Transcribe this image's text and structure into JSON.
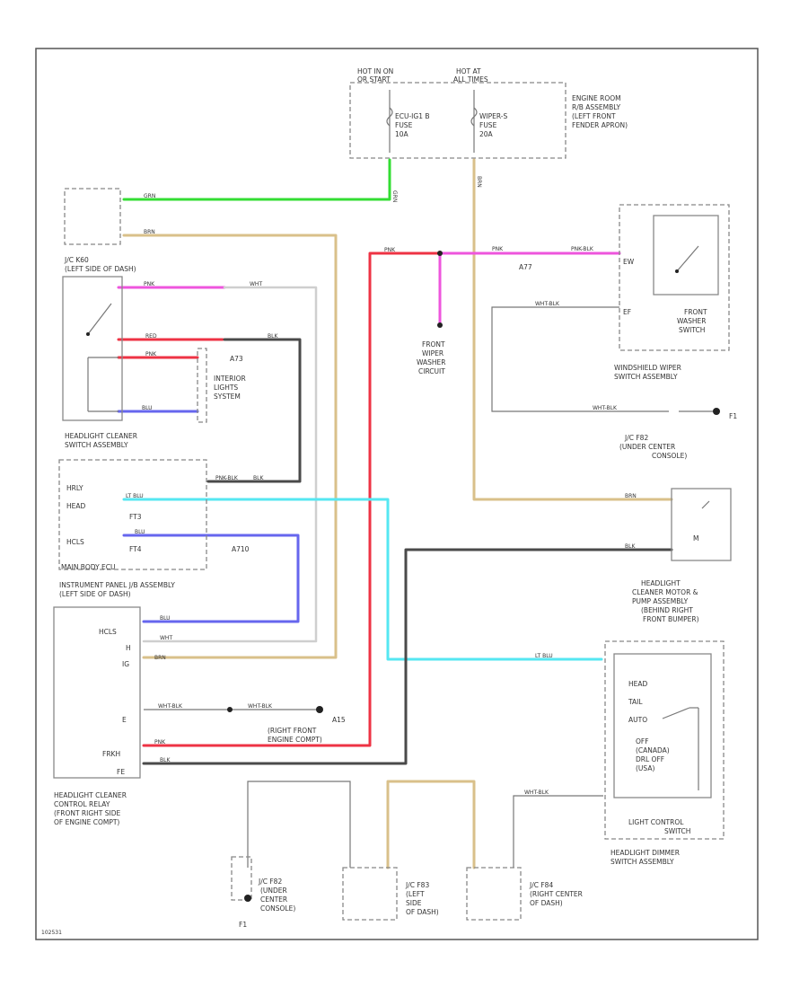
{
  "colors": {
    "grn": "#33dd33",
    "brn": "#d9c08a",
    "pnk": "#ee55dd",
    "red": "#ee3344",
    "ltblu": "#55e7f2",
    "blu": "#6666ee",
    "blk": "#4a4a4a"
  },
  "labels": {
    "hot_in_on": [
      "HOT IN ON",
      "OR START"
    ],
    "hot_at_all": [
      "HOT AT",
      "ALL TIMES"
    ],
    "ecu_fuse": [
      "ECU-IG1 B",
      "FUSE",
      "10A"
    ],
    "wiper_fuse": [
      "WIPER-S",
      "FUSE",
      "20A"
    ],
    "engine_room": [
      "ENGINE ROOM",
      "R/B ASSEMBLY",
      "(LEFT FRONT",
      "FENDER APRON)"
    ],
    "jc_k60": [
      "J/C K60",
      "(LEFT SIDE OF DASH)"
    ],
    "interior": [
      "INTERIOR",
      "LIGHTS",
      "SYSTEM"
    ],
    "hl_cleaner_switch": [
      "HEADLIGHT CLEANER",
      "SWITCH ASSEMBLY"
    ],
    "main_body_ecu": "MAIN BODY ECU",
    "ip_jb": [
      "INSTRUMENT PANEL J/B ASSEMBLY",
      "(LEFT SIDE OF DASH)"
    ],
    "hl_relay": [
      "HEADLIGHT CLEANER",
      "CONTROL RELAY",
      "(FRONT RIGHT SIDE",
      "OF ENGINE COMPT)"
    ],
    "front_wiper": [
      "FRONT",
      "WIPER",
      "WASHER",
      "CIRCUIT"
    ],
    "ws_switch": [
      "WINDSHIELD WIPER",
      "SWITCH ASSEMBLY"
    ],
    "front_washer": [
      "FRONT",
      "WASHER",
      "SWITCH"
    ],
    "jc_f82": [
      "J/C F82",
      "(UNDER CENTER",
      "CONSOLE)"
    ],
    "jc_f82_b": [
      "J/C F82",
      "(UNDER",
      "CENTER",
      "CONSOLE)"
    ],
    "motor": [
      "HEADLIGHT",
      "CLEANER MOTOR &",
      "PUMP ASSEMBLY",
      "(BEHIND RIGHT",
      "FRONT BUMPER)"
    ],
    "light_control": [
      "LIGHT CONTROL",
      "SWITCH"
    ],
    "dimmer": [
      "HEADLIGHT DIMMER",
      "SWITCH ASSEMBLY"
    ],
    "jc_f83": [
      "J/C F83",
      "(LEFT",
      "SIDE",
      "OF DASH)"
    ],
    "jc_f84": [
      "J/C F84",
      "(RIGHT CENTER",
      "OF DASH)"
    ],
    "a15": [
      "A15",
      "(RIGHT FRONT",
      "ENGINE COMPT)"
    ],
    "ecu_pins": [
      "HRLY",
      "HEAD",
      "HCLS"
    ],
    "relay_pins": [
      "HCLS",
      "H",
      "IG",
      "E",
      "FRKH",
      "FE"
    ],
    "dimmer_pos": [
      "HEAD",
      "TAIL",
      "AUTO",
      "OFF",
      "(CANADA)",
      "DRL OFF",
      "(USA)"
    ],
    "wire_codes": {
      "grn": "GRN",
      "brn": "BRN",
      "pnk": "PNK",
      "red": "RED",
      "blu": "BLU",
      "wht": "WHT",
      "blk": "BLK",
      "whtblk": "WHT-BLK",
      "ltblu": "LT BLU",
      "pnkblk": "PNK-BLK"
    },
    "splices": [
      "A77",
      "A73",
      "A710"
    ],
    "pins": [
      "FT3",
      "FT4",
      "EW",
      "EF",
      "F1"
    ],
    "corner_id": "102531"
  }
}
